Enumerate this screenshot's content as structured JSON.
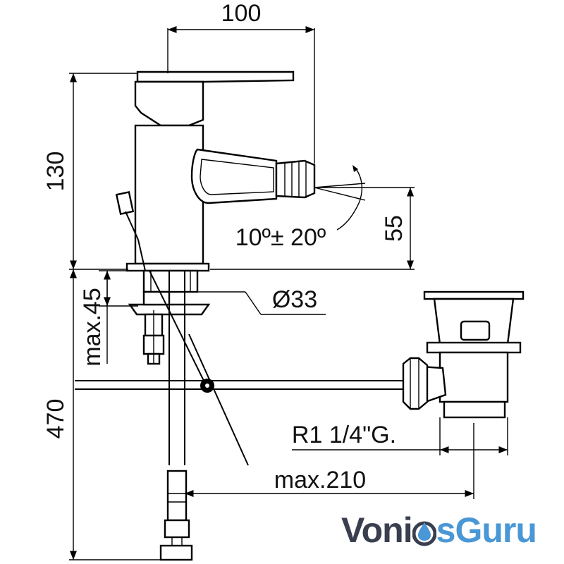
{
  "dimensions": {
    "width_top": "100",
    "height_mixer": "130",
    "spout_height": "55",
    "spray_angle": "10º± 20º",
    "hole_diameter": "Ø33",
    "max_deck": "max.45",
    "hose_length": "470",
    "waste_thread": "R1 1/4\"G.",
    "max_rod": "max.210"
  },
  "logo": {
    "part1": "Voni",
    "part2": "s",
    "part3": "Guru",
    "drop_icon": "water-drop-icon"
  },
  "colors": {
    "logo_dark": "#3a3f4f",
    "logo_blue": "#4a97d6"
  }
}
